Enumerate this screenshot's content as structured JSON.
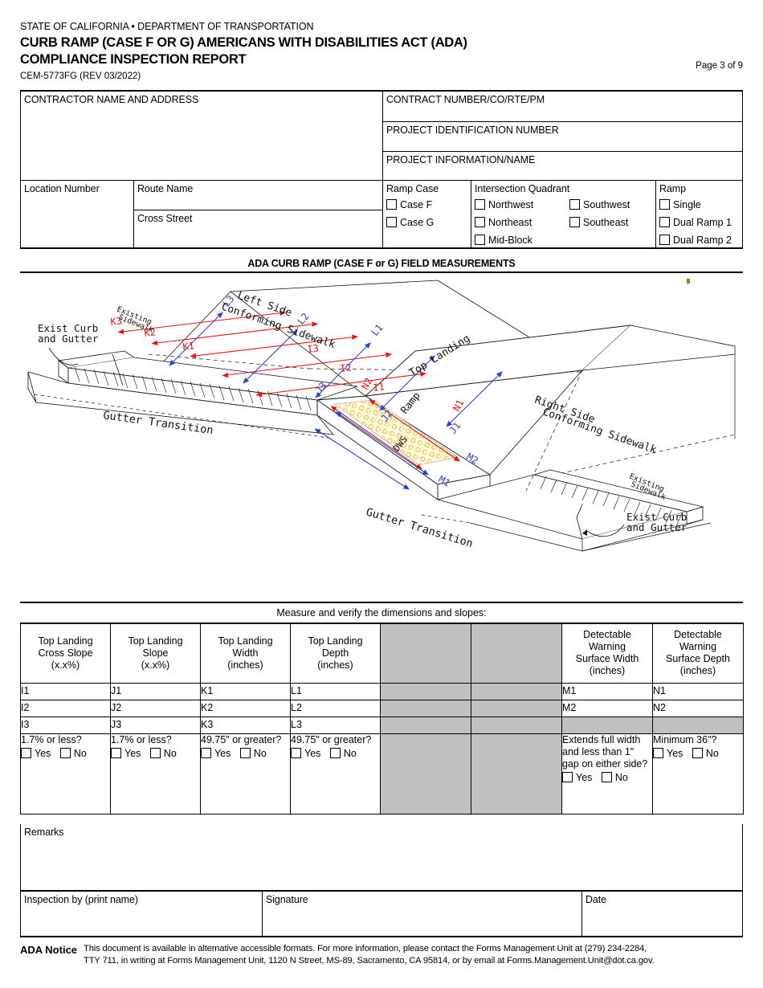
{
  "header": {
    "agency": "STATE OF CALIFORNIA • DEPARTMENT OF TRANSPORTATION",
    "title_line1": "CURB RAMP (CASE F OR G) AMERICANS WITH DISABILITIES ACT (ADA)",
    "title_line2": "COMPLIANCE INSPECTION REPORT",
    "form_number": "CEM-5773FG (REV 03/2022)",
    "page_count": "Page 3 of 9"
  },
  "info": {
    "contractor_label": "CONTRACTOR NAME AND ADDRESS",
    "contract_number_label": "CONTRACT NUMBER/CO/RTE/PM",
    "project_id_label": "PROJECT IDENTIFICATION NUMBER",
    "project_info_label": "PROJECT INFORMATION/NAME",
    "location_number_label": "Location Number",
    "route_name_label": "Route Name",
    "cross_street_label": "Cross Street",
    "ramp_case_label": "Ramp Case",
    "ramp_case_options": [
      "Case F",
      "Case G"
    ],
    "intersection_quadrant_label": "Intersection Quadrant",
    "quadrant_col1": [
      "Northwest",
      "Northeast",
      "Mid-Block"
    ],
    "quadrant_col2": [
      "Southwest",
      "Southeast"
    ],
    "ramp_label": "Ramp",
    "ramp_options": [
      "Single",
      "Dual Ramp 1",
      "Dual Ramp 2"
    ]
  },
  "section": {
    "field_measurements_title": "ADA CURB RAMP (CASE F or G) FIELD MEASUREMENTS"
  },
  "diagram": {
    "labels": {
      "exist_curb_gutter_left": "Exist Curb\nand Gutter",
      "exist_curb_gutter_right": "Exist Curb\nand Gutter",
      "existing_sidewalk_left": "Existing\nSidewalk",
      "existing_sidewalk_right": "Existing\nSidewalk",
      "left_side_conforming": "Left Side\nConforming Sidewalk",
      "right_side_conforming": "Right Side\nConforming Sidewalk",
      "gutter_transition_left": "Gutter Transition",
      "gutter_transition_right": "Gutter Transition",
      "top_landing": "Top Landing",
      "ramp": "Ramp",
      "dws": "DWS"
    },
    "dimension_labels": {
      "cross_slope": [
        "I1",
        "I2",
        "I3"
      ],
      "slope": [
        "J1",
        "J2",
        "J3"
      ],
      "width": [
        "K1",
        "K2",
        "K3"
      ],
      "depth": [
        "L1",
        "L2",
        "L3"
      ],
      "dws_width": [
        "M1",
        "M2"
      ],
      "dws_depth": [
        "N1",
        "N2"
      ]
    },
    "colors": {
      "red_dimension": "#ee1111",
      "blue_dimension": "#2244dd",
      "dws_dome": "#e8d24a",
      "dws_fill": "#fdf8df",
      "line": "#000000"
    }
  },
  "measurements": {
    "caption": "Measure and verify the dimensions and slopes:",
    "columns": [
      {
        "header": "Top Landing\nCross Slope\n(x.x%)",
        "shaded": false
      },
      {
        "header": "Top Landing\nSlope\n(x.x%)",
        "shaded": false
      },
      {
        "header": "Top Landing\nWidth\n(inches)",
        "shaded": false
      },
      {
        "header": "Top Landing\nDepth\n(inches)",
        "shaded": false
      },
      {
        "header": "",
        "shaded": true
      },
      {
        "header": "",
        "shaded": true
      },
      {
        "header": "Detectable\nWarning\nSurface Width\n(inches)",
        "shaded": false
      },
      {
        "header": "Detectable\nWarning\nSurface Depth\n(inches)",
        "shaded": false
      }
    ],
    "rows": [
      {
        "codes": [
          "I1",
          "J1",
          "K1",
          "L1",
          "",
          "",
          "M1",
          "N1"
        ],
        "values": [
          "",
          "",
          "",
          "",
          "",
          "",
          "",
          ""
        ],
        "shaded": [
          false,
          false,
          false,
          false,
          true,
          true,
          false,
          false
        ]
      },
      {
        "codes": [
          "I2",
          "J2",
          "K2",
          "L2",
          "",
          "",
          "M2",
          "N2"
        ],
        "values": [
          "",
          "",
          "",
          "",
          "",
          "",
          "",
          ""
        ],
        "shaded": [
          false,
          false,
          false,
          false,
          true,
          true,
          false,
          false
        ]
      },
      {
        "codes": [
          "I3",
          "J3",
          "K3",
          "L3",
          "",
          "",
          "",
          ""
        ],
        "values": [
          "",
          "",
          "",
          "",
          "",
          "",
          "",
          ""
        ],
        "shaded": [
          false,
          false,
          false,
          false,
          true,
          true,
          true,
          true
        ]
      }
    ],
    "criteria": [
      {
        "question": "1.7% or less?",
        "yes": "Yes",
        "no": "No",
        "shaded": false
      },
      {
        "question": "1.7% or less?",
        "yes": "Yes",
        "no": "No",
        "shaded": false
      },
      {
        "question": "49.75\" or greater?",
        "yes": "Yes",
        "no": "No",
        "shaded": false
      },
      {
        "question": "49.75\" or greater?",
        "yes": "Yes",
        "no": "No",
        "shaded": false
      },
      {
        "question": "",
        "yes": "",
        "no": "",
        "shaded": true
      },
      {
        "question": "",
        "yes": "",
        "no": "",
        "shaded": true
      },
      {
        "question": "Extends full width and less than 1\" gap on either side?",
        "yes": "Yes",
        "no": "No",
        "shaded": false
      },
      {
        "question": "Minimum 36\"?",
        "yes": "Yes",
        "no": "No",
        "shaded": false
      }
    ]
  },
  "remarks": {
    "label": "Remarks"
  },
  "signature": {
    "inspection_by_label": "Inspection by (print name)",
    "signature_label": "Signature",
    "date_label": "Date"
  },
  "footer": {
    "ada_label": "ADA Notice",
    "ada_text_line1": "This document is available in alternative accessible formats. For more information, please contact the Forms Management Unit at (279) 234-2284,",
    "ada_text_line2": "TTY 711, in writing at Forms Management Unit, 1120 N Street, MS-89, Sacramento, CA 95814, or by email at Forms.Management.Unit@dot.ca.gov."
  }
}
